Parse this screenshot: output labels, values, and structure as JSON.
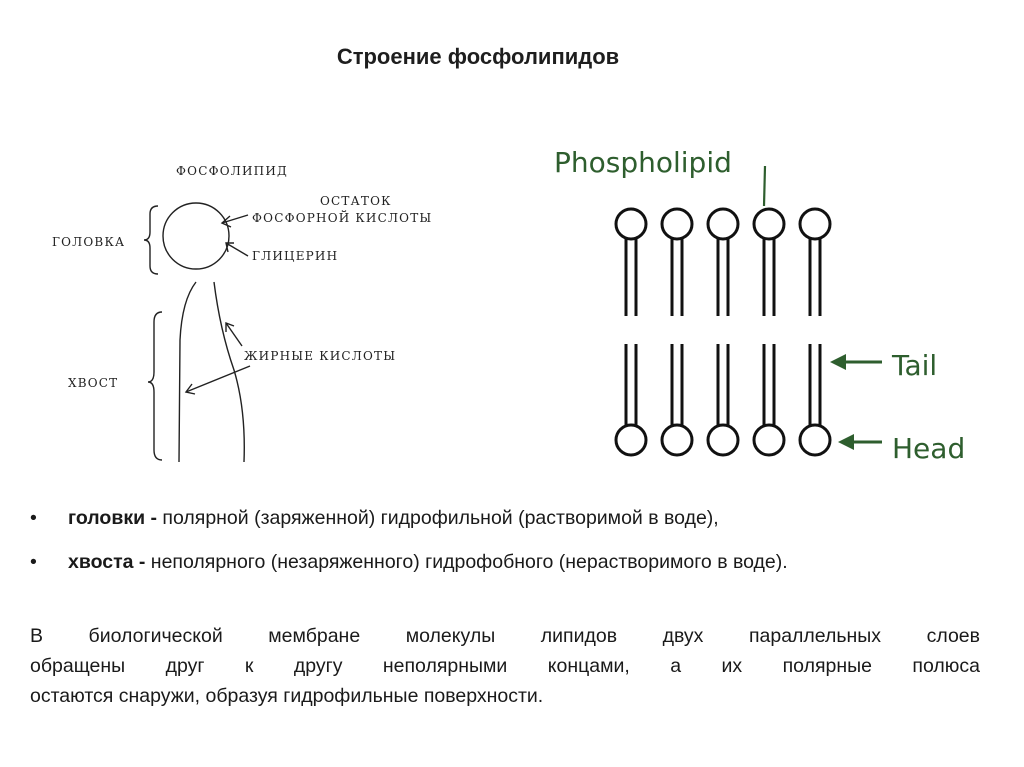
{
  "slide": {
    "title": "Строение фосфолипидов"
  },
  "left_diagram": {
    "label_phospholipid": "ФОСФОЛИПИД",
    "label_residue_1": "ОСТАТОК",
    "label_residue_2": "ФОСФОРНОЙ КИСЛОТЫ",
    "label_glycerol": "ГЛИЦЕРИН",
    "label_head": "ГОЛОВКА",
    "label_fatty_acids": "ЖИРНЫЕ КИСЛОТЫ",
    "label_tail": "ХВОСТ"
  },
  "right_diagram": {
    "label_phospholipid": "Phospholipid",
    "label_tail": "Tail",
    "label_head": "Head",
    "accent_color": "#2e5e2e"
  },
  "bullets": [
    {
      "marker": "•",
      "term": "головки -",
      "text": " полярной (заряженной) гидрофильной (растворимой в воде),"
    },
    {
      "marker": "•",
      "term": "хвоста -",
      "text": " неполярного (незаряженного) гидрофобного (нерастворимого в воде)."
    }
  ],
  "paragraph_lines": [
    "В биологической мембране молекулы липидов двух параллельных слоев",
    "обращены друг к другу неполярными концами, а их полярные полюса",
    "остаются снаружи, образуя гидрофильные поверхности."
  ]
}
